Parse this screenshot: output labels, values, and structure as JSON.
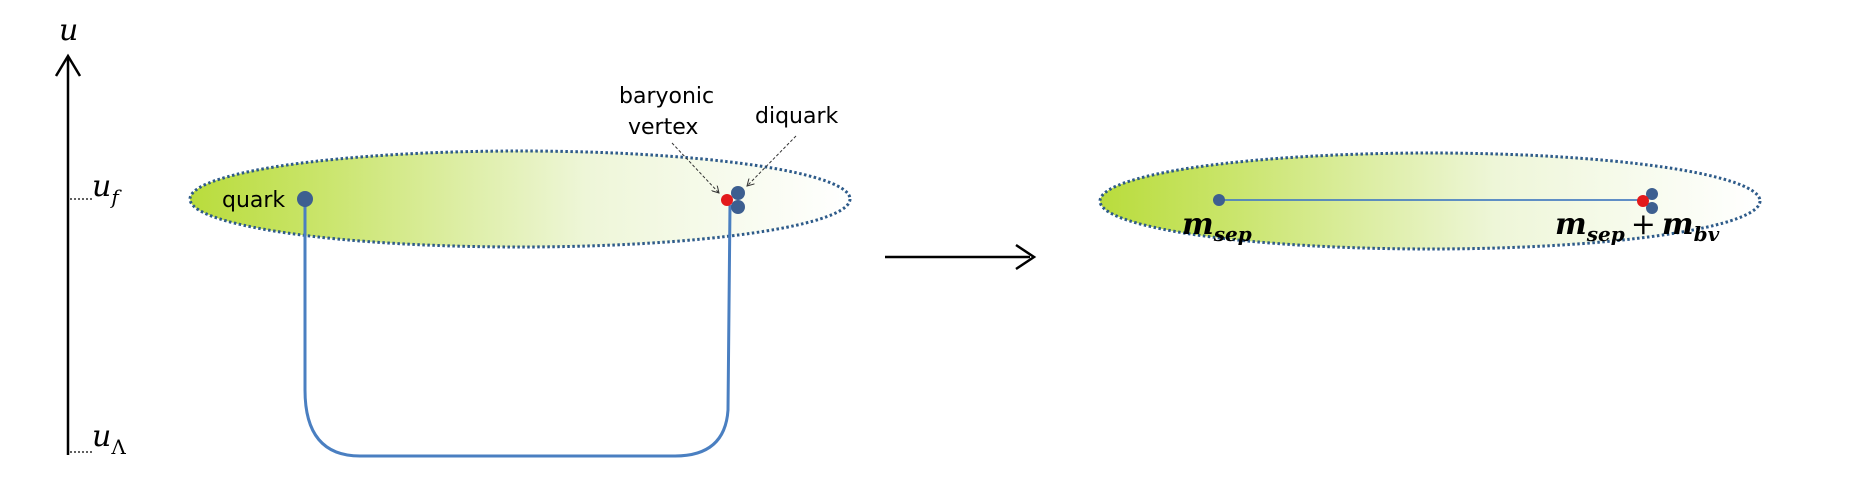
{
  "axis": {
    "label": "u",
    "tick_top": {
      "base": "u",
      "sub": "f"
    },
    "tick_bottom": {
      "base": "u",
      "sub": "Λ"
    }
  },
  "left_panel": {
    "quark_label": "quark",
    "vertex_label_line1": "baryonic",
    "vertex_label_line2": "vertex",
    "diquark_label": "diquark"
  },
  "right_panel": {
    "left_label": {
      "base": "m",
      "sub": "sep"
    },
    "right_label": {
      "base1": "m",
      "sub1": "sep",
      "plus": "+",
      "base2": "m",
      "sub2": "bv"
    }
  },
  "colors": {
    "ellipse_fill_start": "#bfdf48",
    "ellipse_fill_end": "#ffffff",
    "ellipse_border": "#2e5b8a",
    "point": "#3d5f90",
    "vertex": "#e31a1c",
    "string": "#4a7fc1"
  }
}
